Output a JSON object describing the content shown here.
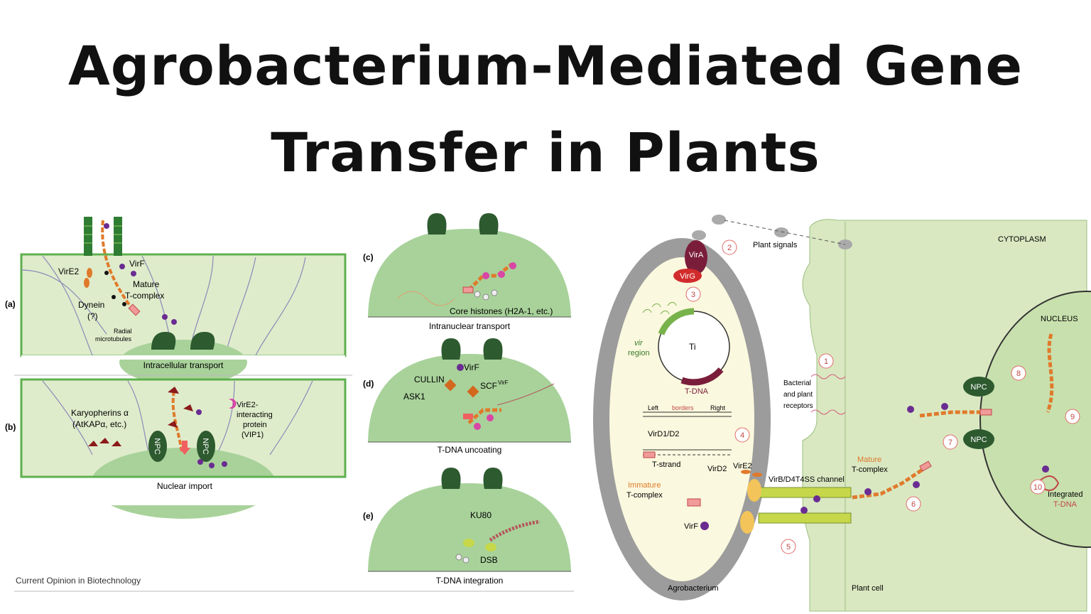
{
  "title": {
    "line1": "Agrobacterium-Mediated Gene",
    "line2": "Transfer in Plants"
  },
  "left_figure": {
    "panel_a": {
      "letter": "(a)",
      "caption": "Intracellular transport",
      "labels": {
        "virE2": "VirE2",
        "virF": "VirF",
        "mature1": "Mature",
        "mature2": "T-complex",
        "dynein": "Dynein",
        "dynein_q": "(?)",
        "radial1": "Radial",
        "radial2": "microtubules"
      }
    },
    "panel_b": {
      "letter": "(b)",
      "caption": "Nuclear import",
      "labels": {
        "kary1": "Karyopherins α",
        "kary2": "(AtKAPα, etc.)",
        "vip1": "VirE2-",
        "vip2": "interacting",
        "vip3": "protein",
        "vip4": "(VIP1)",
        "npc": "NPC"
      }
    },
    "credit": "Current Opinion in Biotechnology"
  },
  "middle_figure": {
    "panel_c": {
      "letter": "(c)",
      "label": "Core histones (H2A-1, etc.)",
      "caption": "Intranuclear transport"
    },
    "panel_d": {
      "letter": "(d)",
      "cullin": "CULLIN",
      "ask1": "ASK1",
      "virF": "VirF",
      "scf": "SCF",
      "scf_sup": "VirF",
      "caption": "T-DNA uncoating"
    },
    "panel_e": {
      "letter": "(e)",
      "ku80": "KU80",
      "dsb": "DSB",
      "caption": "T-DNA integration"
    }
  },
  "right_figure": {
    "plant_signals": "Plant signals",
    "cytoplasm": "CYTOPLASM",
    "nucleus": "NUCLEUS",
    "virA": "VirA",
    "virG": "VirG",
    "vir1": "vir",
    "vir2": "region",
    "ti": "Ti",
    "tdna": "T-DNA",
    "left": "Left",
    "borders": "borders",
    "right": "Right",
    "virD1D2": "VirD1/D2",
    "tstrand": "T-strand",
    "virD2": "VirD2",
    "virE2": "VirE2",
    "immature1": "Immature",
    "immature2": "T-complex",
    "virF": "VirF",
    "channel": "VirB/D4T4SS channel",
    "bacterial1": "Bacterial",
    "bacterial2": "and plant",
    "bacterial3": "receptors",
    "mature1": "Mature",
    "mature2": "T-complex",
    "npc": "NPC",
    "integrated1": "Integrated",
    "integrated2": "T-DNA",
    "agrobacterium": "Agrobacterium",
    "plant_cell": "Plant cell",
    "steps": [
      "1",
      "2",
      "3",
      "4",
      "5",
      "6",
      "7",
      "8",
      "9",
      "10"
    ]
  }
}
